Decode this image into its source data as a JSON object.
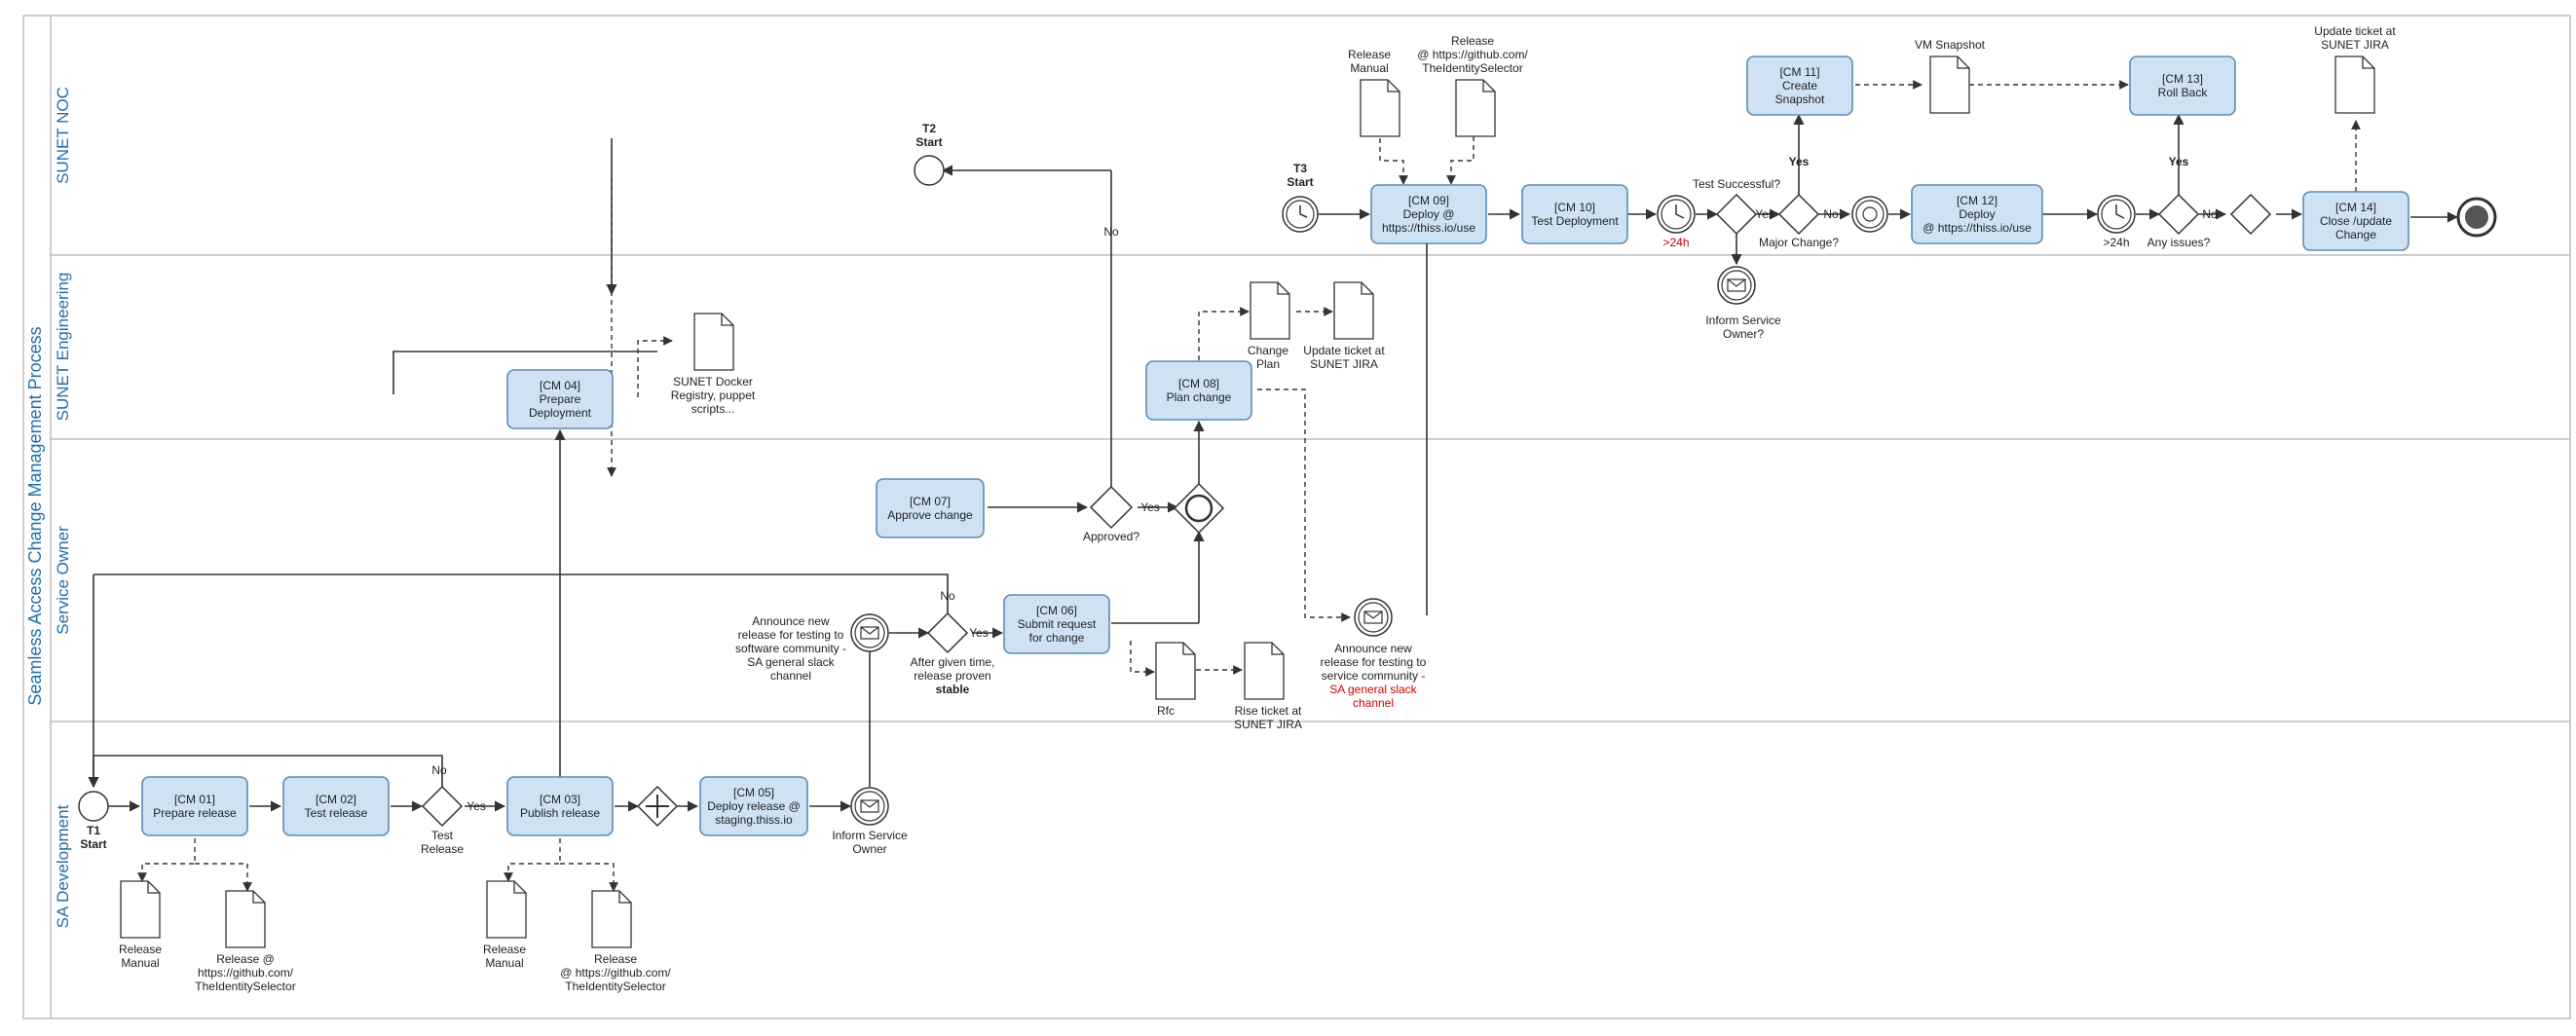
{
  "pool": {
    "title": "Seamless Access Change Management Process"
  },
  "lanes": [
    {
      "id": "noc",
      "title": "SUNET NOC"
    },
    {
      "id": "eng",
      "title": "SUNET Engineering"
    },
    {
      "id": "owner",
      "title": "Service Owner"
    },
    {
      "id": "dev",
      "title": "SA Development"
    }
  ],
  "tasks": {
    "cm01": {
      "lines": [
        "[CM 01]",
        "Prepare release"
      ]
    },
    "cm02": {
      "lines": [
        "[CM 02]",
        "Test release"
      ]
    },
    "cm03": {
      "lines": [
        "[CM 03]",
        "Publish release"
      ]
    },
    "cm04": {
      "lines": [
        "[CM 04]",
        "Prepare",
        "Deployment"
      ]
    },
    "cm05": {
      "lines": [
        "[CM 05]",
        "Deploy release @",
        "staging.thiss.io"
      ]
    },
    "cm06": {
      "lines": [
        "[CM 06]",
        "Submit request",
        "for change"
      ]
    },
    "cm07": {
      "lines": [
        "[CM 07]",
        "Approve change"
      ]
    },
    "cm08": {
      "lines": [
        "[CM 08]",
        "Plan change"
      ]
    },
    "cm09": {
      "lines": [
        "[CM 09]",
        "Deploy @",
        "https://thiss.io/use"
      ]
    },
    "cm10": {
      "lines": [
        "[CM 10]",
        "Test Deployment"
      ]
    },
    "cm11": {
      "lines": [
        "[CM 11]",
        "Create",
        "Snapshot"
      ]
    },
    "cm12": {
      "lines": [
        "[CM 12]",
        "Deploy",
        "@ https://thiss.io/use"
      ]
    },
    "cm13": {
      "lines": [
        "[CM 13]",
        "Roll Back"
      ]
    },
    "cm14": {
      "lines": [
        "[CM 14]",
        "Close /update",
        "Change"
      ]
    }
  },
  "events": {
    "t1": [
      "T1",
      "Start"
    ],
    "t2": [
      "T2",
      "Start"
    ],
    "t3": [
      "T3",
      "Start"
    ],
    "inform_service_owner": [
      "Inform Service",
      "Owner"
    ],
    "inform_service_owner_q": [
      "Inform Service",
      "Owner?"
    ],
    "announce_testing": [
      "Announce new",
      "release for testing to",
      "software community -",
      "SA general slack",
      "channel"
    ],
    "announce_service": [
      "Announce new",
      "release for testing to",
      "service community -"
    ],
    "announce_service_red": [
      "SA general slack",
      "channel"
    ],
    "timer_24h_red": ">24h",
    "timer_24h": ">24h"
  },
  "gateways": {
    "test_release": [
      "Test",
      "Release"
    ],
    "approved": "Approved?",
    "after_given_time": [
      "After given time,",
      "release proven",
      "stable"
    ],
    "test_successful": "Test Successful?",
    "major_change": "Major Change?",
    "any_issues": "Any issues?"
  },
  "flow_labels": {
    "yes": "Yes",
    "no": "No"
  },
  "documents": {
    "release_manual": [
      "Release",
      "Manual"
    ],
    "release_github": [
      "Release @",
      "https://github.com/",
      "TheIdentitySelector"
    ],
    "release_github_b": [
      "Release",
      "@ https://github.com/",
      "TheIdentitySelector"
    ],
    "docker_registry": [
      "SUNET Docker",
      "Registry, puppet",
      "scripts..."
    ],
    "change_plan": [
      "Change",
      "Plan"
    ],
    "update_jira": [
      "Update ticket at",
      "SUNET JIRA"
    ],
    "rfc": [
      "Rfc"
    ],
    "rise_jira": [
      "Rise ticket at",
      "SUNET JIRA"
    ],
    "vm_snapshot": [
      "VM Snapshot"
    ]
  },
  "colors": {
    "task_fill": "#cfe2f3",
    "task_stroke": "#5b8db8",
    "lane_title": "#1f6fa8",
    "timer_red": "#cc0000",
    "line": "#333333"
  }
}
